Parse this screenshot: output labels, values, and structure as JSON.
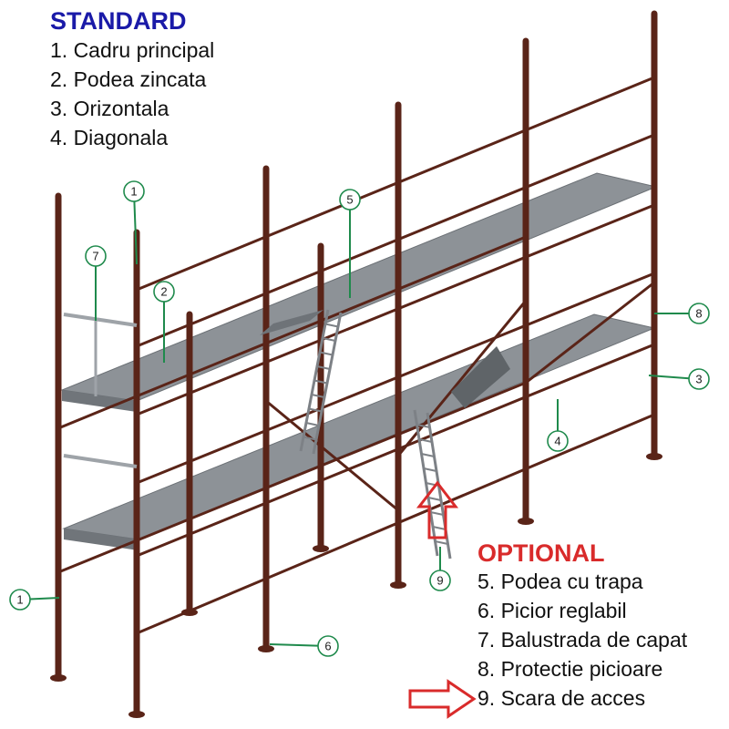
{
  "standard": {
    "heading": "STANDARD",
    "heading_color": "#1a1aa8",
    "items": [
      "1. Cadru principal",
      "2. Podea zincata",
      "3. Orizontala",
      "4. Diagonala"
    ]
  },
  "optional": {
    "heading": "OPTIONAL",
    "heading_color": "#d92b2b",
    "items": [
      "5. Podea cu trapa",
      "6. Picior reglabil",
      "7. Balustrada de capat",
      "8. Protectie picioare",
      "9. Scara de acces"
    ]
  },
  "callouts": [
    "1",
    "2",
    "5",
    "7",
    "8",
    "3",
    "4",
    "9",
    "6",
    "1"
  ],
  "colors": {
    "frame": "#5a2418",
    "deck": "#8d9297",
    "deck_light": "#b9bec3",
    "leader": "#1f8a4c",
    "arrow": "#d92b2b"
  }
}
